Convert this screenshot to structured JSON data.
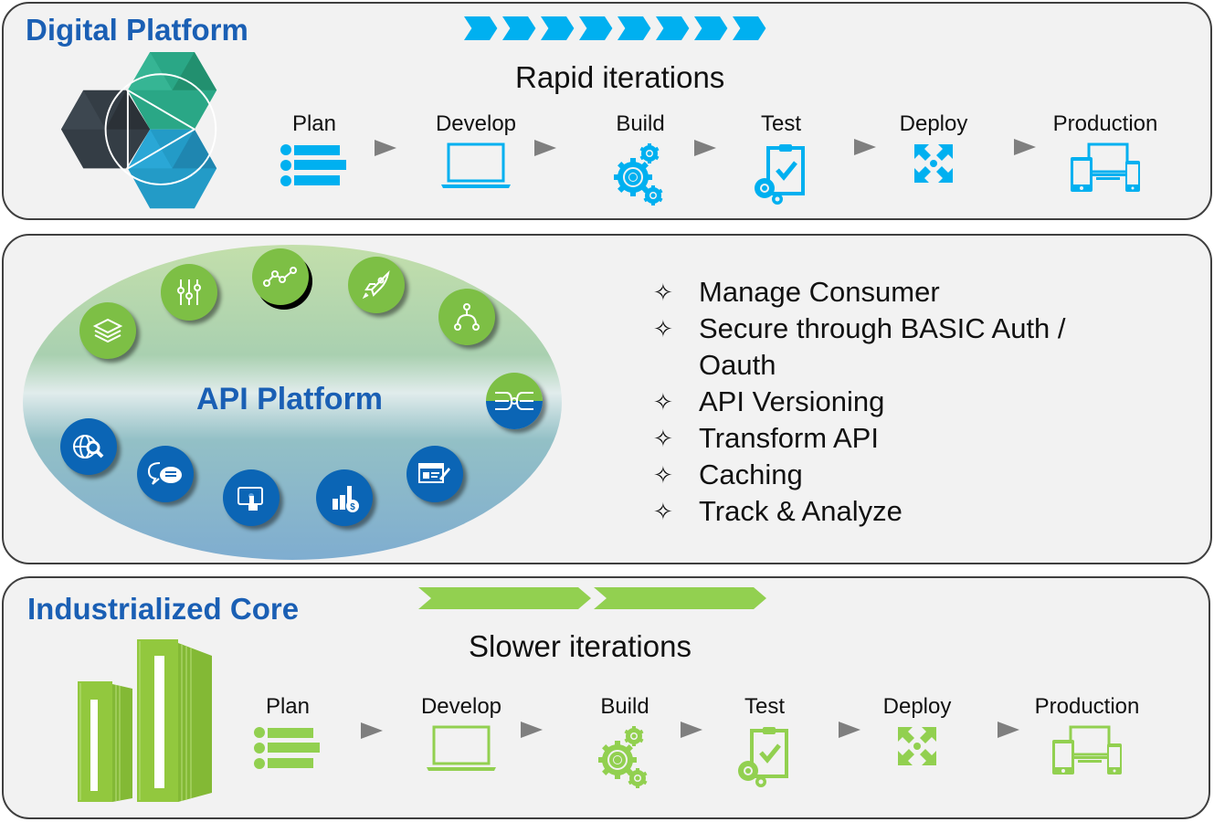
{
  "digital_platform": {
    "title": "Digital Platform",
    "subtitle": "Rapid iterations",
    "accent_color": "#00b0f0",
    "chevron_count": 8,
    "steps": [
      {
        "label": "Plan",
        "icon": "list-icon"
      },
      {
        "label": "Develop",
        "icon": "laptop-icon"
      },
      {
        "label": "Build",
        "icon": "gears-icon"
      },
      {
        "label": "Test",
        "icon": "clipboard-check-icon"
      },
      {
        "label": "Deploy",
        "icon": "expand-arrows-icon"
      },
      {
        "label": "Production",
        "icon": "devices-icon"
      }
    ]
  },
  "api_platform": {
    "title": "API Platform",
    "features": [
      "Manage Consumer",
      "Secure through BASIC Auth / Oauth",
      "API Versioning",
      "Transform API",
      "Caching",
      "Track & Analyze"
    ],
    "bullet_glyph": "✧",
    "icons": [
      "layers-icon",
      "sliders-icon",
      "line-chart-icon",
      "rocket-icon",
      "branch-icon",
      "connector-icon",
      "edit-window-icon",
      "bar-chart-dollar-icon",
      "touch-screen-icon",
      "chat-bubbles-icon",
      "globe-search-icon"
    ]
  },
  "industrialized_core": {
    "title": "Industrialized Core",
    "subtitle": "Slower iterations",
    "accent_color": "#92d050",
    "chevron_count": 2,
    "steps": [
      {
        "label": "Plan",
        "icon": "list-icon"
      },
      {
        "label": "Develop",
        "icon": "laptop-icon"
      },
      {
        "label": "Build",
        "icon": "gears-icon"
      },
      {
        "label": "Test",
        "icon": "clipboard-check-icon"
      },
      {
        "label": "Deploy",
        "icon": "expand-arrows-icon"
      },
      {
        "label": "Production",
        "icon": "devices-icon"
      }
    ]
  }
}
